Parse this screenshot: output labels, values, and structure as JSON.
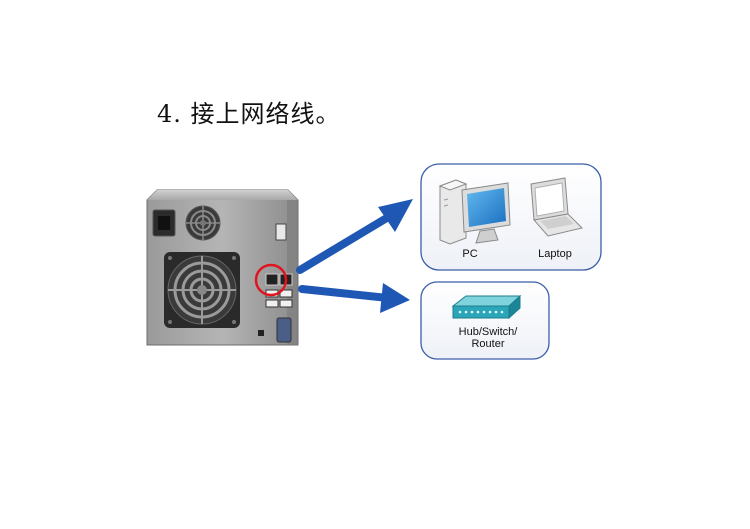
{
  "step": {
    "title": "4. 接上网络线。"
  },
  "devices": {
    "pc_label": "PC",
    "laptop_label": "Laptop",
    "switch_label_line1": "Hub/Switch/",
    "switch_label_line2": "Router"
  },
  "colors": {
    "arrow": "#1f57b4",
    "highlight_circle": "#e0141e",
    "panel_border": "#3a5ea8",
    "switch": "#2aa6b8"
  }
}
